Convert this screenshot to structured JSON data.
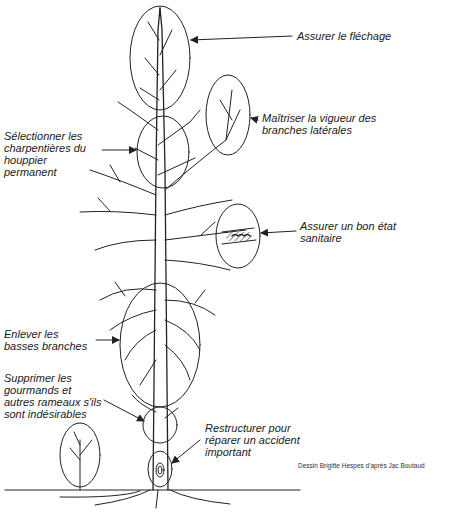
{
  "diagram": {
    "labels": [
      "Assurer le fléchage",
      "Sélectionner les charpentières du houppier permanent",
      "Maîtriser la vigueur des branches latérales",
      "Assurer un bon état sanitaire",
      "Enlever les basses branches",
      "Supprimer les gourmands et autres rameaux s'ils sont indésirables",
      "Restructurer pour réparer un accident important",
      "Dessin Brigitte Hespes d'après Jac Boutaud"
    ]
  }
}
